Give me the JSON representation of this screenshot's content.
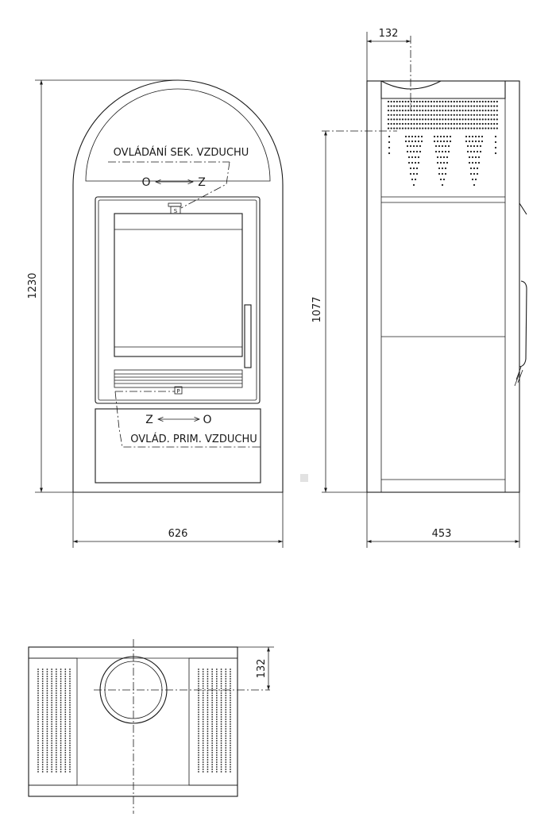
{
  "labels": {
    "secondary_air": "OVLÁDÁNÍ SEK. VZDUCHU",
    "primary_air": "OVLÁD. PRIM. VZDUCHU",
    "sec_left": "O",
    "sec_right": "Z",
    "prim_left": "Z",
    "prim_right": "O",
    "sec_marker": "S",
    "prim_marker": "P"
  },
  "dimensions": {
    "front_height": "1230",
    "front_width": "626",
    "side_flue_offset": "132",
    "side_flue_height": "1077",
    "side_depth": "453",
    "top_flue_offset": "132"
  },
  "colors": {
    "line": "#1a1a1a",
    "background": "#ffffff"
  }
}
